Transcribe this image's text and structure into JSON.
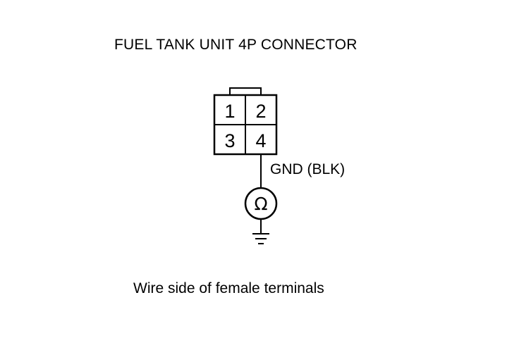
{
  "title": "FUEL TANK UNIT 4P CONNECTOR",
  "connector": {
    "pins": [
      "1",
      "2",
      "3",
      "4"
    ]
  },
  "wire_label": "GND (BLK)",
  "meter_symbol": "Ω",
  "ground_icon": "ground-icon",
  "caption": "Wire side of female terminals"
}
